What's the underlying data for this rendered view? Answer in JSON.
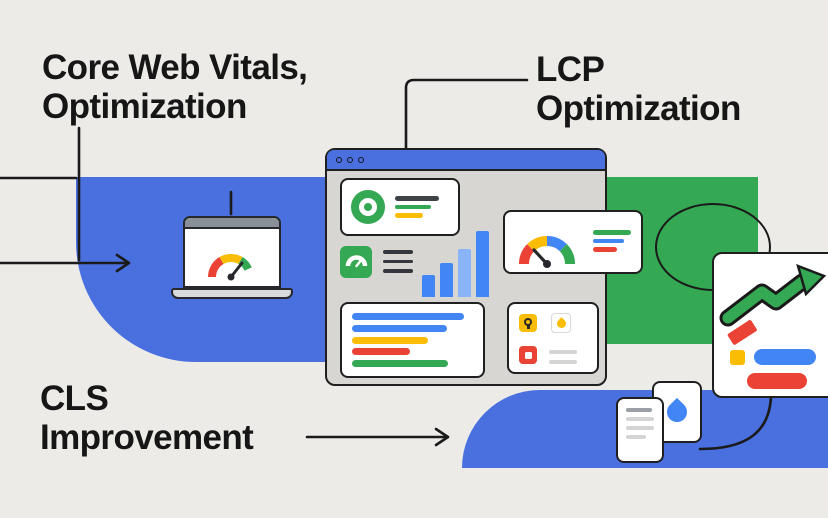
{
  "labels": {
    "core_web_vitals": {
      "line1": "Core Web Vitals,",
      "line2": "Optimization"
    },
    "lcp": {
      "line1": "LCP",
      "line2": "Optimization"
    },
    "cls": {
      "line1": "CLS",
      "line2": "Improvement"
    }
  },
  "palette": {
    "background": "#edebe8",
    "shape_blue": "#4a6fdf",
    "shape_green": "#34a853",
    "accent_blue": "#4285f4",
    "accent_blue_light": "#8ab4f8",
    "accent_green": "#34a853",
    "accent_red": "#ea4335",
    "accent_yellow": "#fbbc04",
    "ink": "#1a1a1a",
    "window_body": "#d8d6d3"
  },
  "illustration": {
    "browser_window": {
      "titlebar_dot_count": 3,
      "score_card_lines": [
        "dark",
        "green",
        "yellow"
      ],
      "bar_chart_values": [
        22,
        34,
        48,
        66
      ],
      "metric_row_colors": [
        "blue",
        "blue",
        "yellow",
        "red",
        "green"
      ],
      "speedometer_segments": [
        "red",
        "yellow",
        "blue",
        "green"
      ],
      "speedometer_lines": [
        "green",
        "blue",
        "red"
      ],
      "icon_tiles": [
        "lock",
        "drop",
        "stop"
      ]
    },
    "laptop_gauge_segments": [
      "red",
      "yellow",
      "green"
    ],
    "right_panel": {
      "trend_arrow": "up",
      "bars": [
        "yellow",
        "blue",
        "red"
      ]
    },
    "doc_card_line_count": 4,
    "drop_card_icon": "water-drop"
  }
}
